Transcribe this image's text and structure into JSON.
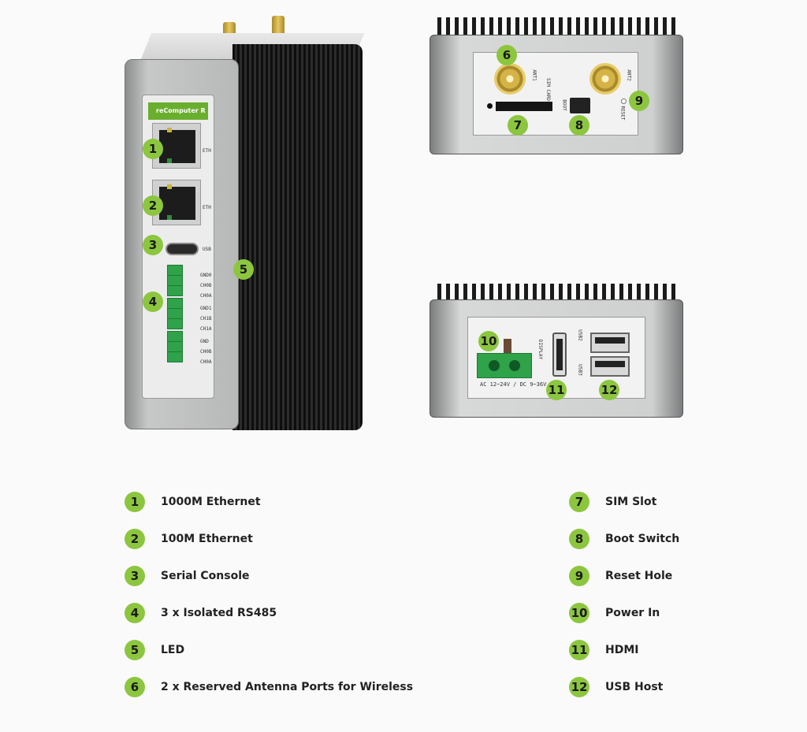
{
  "device": {
    "brand_label": "reComputer R",
    "eth_label": "ETH",
    "usb_label": "USB",
    "rs485_pins": [
      "GND0",
      "CH0B",
      "CH0A",
      "GND1",
      "CH1B",
      "CH1A",
      "GND",
      "CH0B",
      "CH0A"
    ],
    "ant1_label": "ANT1",
    "ant2_label": "ANT2",
    "sim_label": "SIM CARD",
    "boot_label": "BOOT",
    "reset_label": "RESET",
    "display_label": "DISPLAY",
    "usb2_label": "USB2",
    "usb3_label": "USB3",
    "power_label": "AC 12~24V / DC 9~36V"
  },
  "callouts": [
    "1",
    "2",
    "3",
    "4",
    "5",
    "6",
    "7",
    "8",
    "9",
    "10",
    "11",
    "12"
  ],
  "legend": {
    "left": [
      {
        "num": "1",
        "text": "1000M Ethernet"
      },
      {
        "num": "2",
        "text": "100M Ethernet"
      },
      {
        "num": "3",
        "text": "Serial Console"
      },
      {
        "num": "4",
        "text": "3 x Isolated RS485"
      },
      {
        "num": "5",
        "text": "LED"
      },
      {
        "num": "6",
        "text": "2 x Reserved Antenna Ports for Wireless"
      }
    ],
    "right": [
      {
        "num": "7",
        "text": "SIM Slot"
      },
      {
        "num": "8",
        "text": "Boot Switch"
      },
      {
        "num": "9",
        "text": "Reset Hole"
      },
      {
        "num": "10",
        "text": "Power In"
      },
      {
        "num": "11",
        "text": "HDMI"
      },
      {
        "num": "12",
        "text": "USB Host"
      }
    ]
  },
  "colors": {
    "accent": "#8cc63f",
    "terminal": "#2fa24a",
    "chassis": "#b9babb",
    "heatsink": "#1b1b1b"
  }
}
